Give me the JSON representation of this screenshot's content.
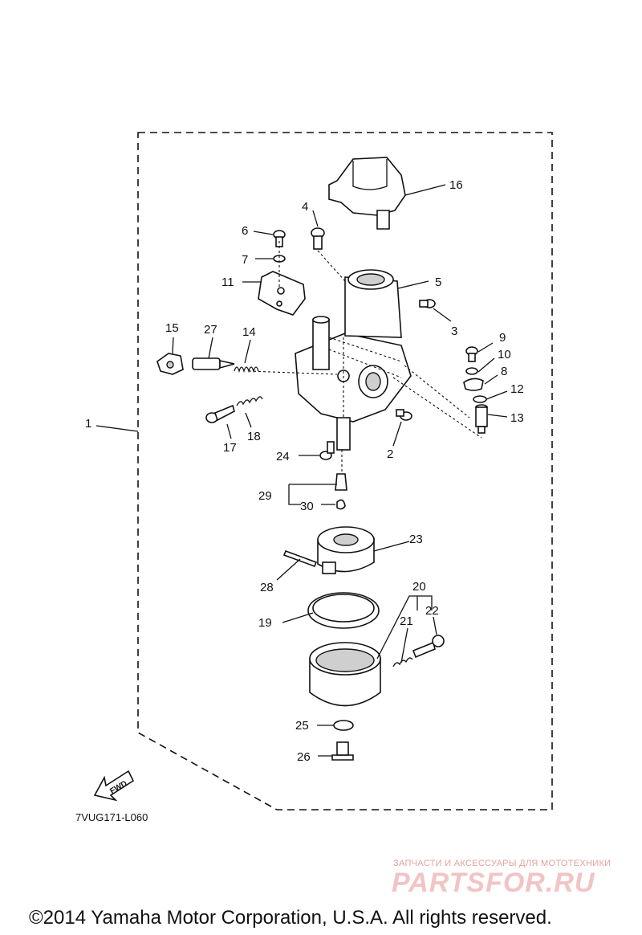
{
  "diagram": {
    "diagram_code": "7VUG171-L060",
    "fwd_label": "FWD",
    "callouts": {
      "p1": "1",
      "p2": "2",
      "p3": "3",
      "p4": "4",
      "p5": "5",
      "p6": "6",
      "p7": "7",
      "p8": "8",
      "p9": "9",
      "p10": "10",
      "p11": "11",
      "p12": "12",
      "p13": "13",
      "p14": "14",
      "p15": "15",
      "p16": "16",
      "p17": "17",
      "p18": "18",
      "p19": "19",
      "p20": "20",
      "p21": "21",
      "p22": "22",
      "p23": "23",
      "p24": "24",
      "p25": "25",
      "p26": "26",
      "p27": "27",
      "p28": "28",
      "p29": "29",
      "p30": "30"
    }
  },
  "watermark": {
    "tagline": "ЗАПЧАСТИ И АКСЕССУАРЫ ДЛЯ МОТОТЕХНИКИ",
    "logo": "PARTSFOR.RU"
  },
  "footer": {
    "copyright": "©2014 Yamaha Motor Corporation, U.S.A. All rights reserved."
  }
}
